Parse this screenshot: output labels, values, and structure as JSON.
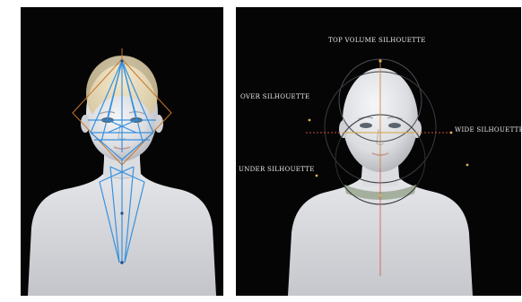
{
  "labels": {
    "top_volume": "TOP VOLUME SILHOUETTE",
    "over": "OVER SILHOUETTE",
    "wide": "WIDE SILHOUETTE",
    "under": "UNDER SILHOUETTE"
  },
  "colors": {
    "panel_background": "#050506",
    "figure_skin": "#e6e7ea",
    "face_lines": "#2f8de0",
    "frame_lines": "#c8752a",
    "axis_lines": "#d04a3a"
  }
}
